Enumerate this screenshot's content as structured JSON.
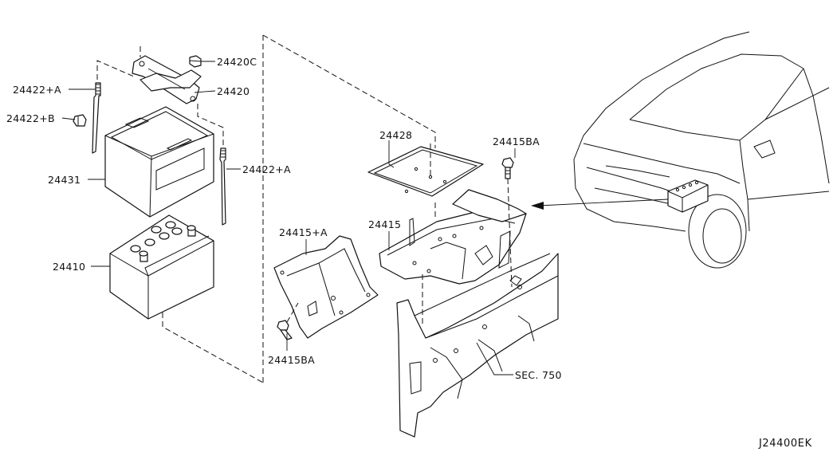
{
  "diagram_code": "J24400EK",
  "parts": [
    {
      "id": "p24420C",
      "label": "24420C"
    },
    {
      "id": "p24420",
      "label": "24420"
    },
    {
      "id": "p24422A_left",
      "label": "24422+A"
    },
    {
      "id": "p24422B",
      "label": "24422+B"
    },
    {
      "id": "p24422A_right",
      "label": "24422+A"
    },
    {
      "id": "p24431",
      "label": "24431"
    },
    {
      "id": "p24410",
      "label": "24410"
    },
    {
      "id": "p24428",
      "label": "24428"
    },
    {
      "id": "p24415BA_top",
      "label": "24415BA"
    },
    {
      "id": "p24415",
      "label": "24415"
    },
    {
      "id": "p24415A",
      "label": "24415+A"
    },
    {
      "id": "p24415BA_bottom",
      "label": "24415BA"
    },
    {
      "id": "pSEC750",
      "label": "SEC. 750"
    }
  ]
}
